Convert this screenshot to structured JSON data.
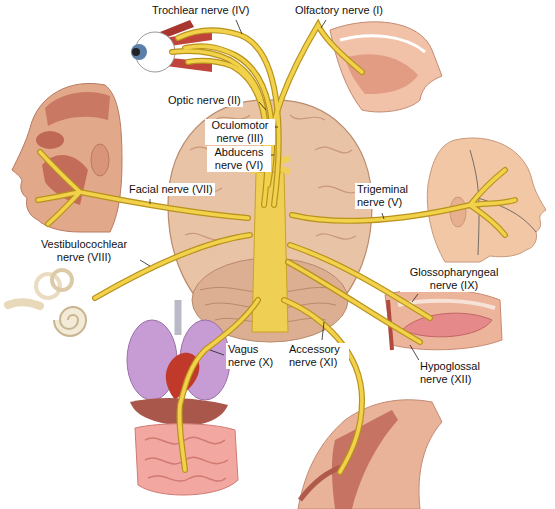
{
  "diagram": {
    "labels": [
      "Trochlear nerve (IV)",
      "Olfactory nerve (I)",
      "Optic nerve (II)",
      "Oculomotor nerve (III)",
      "Abducens nerve (VI)",
      "Trigeminal nerve (V)",
      "Facial nerve (VII)",
      "Vestibulocochlear nerve (VIII)",
      "Glossopharyngeal nerve (IX)",
      "Vagus nerve (X)",
      "Accessory nerve (XI)",
      "Hypoglossal nerve (XII)"
    ]
  }
}
